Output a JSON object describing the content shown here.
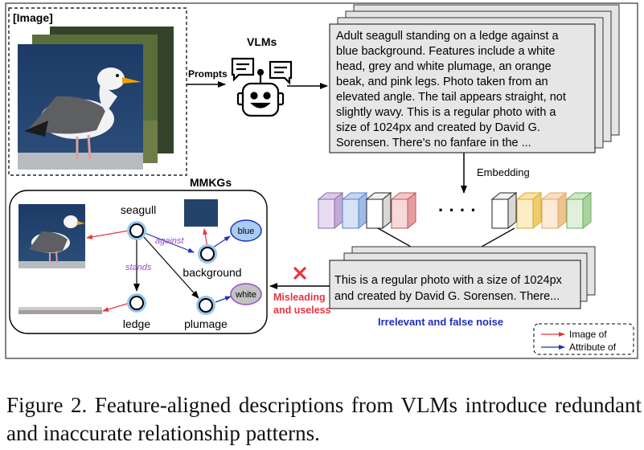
{
  "panel_labels": {
    "image": "[Image]",
    "vlms": "VLMs",
    "mmkgs": "MMKGs"
  },
  "edges": {
    "prompts": "Prompts",
    "embedding": "Embedding"
  },
  "description_lines": [
    "Adult seagull standing on a ledge against a",
    "blue background. Features include a white",
    "head, grey and white plumage, an orange",
    "beak, and pink legs. Photo taken from an",
    "elevated angle. The tail appears straight, not",
    "slightly wavy. This is a regular photo with a",
    "size of 1024px and created by David G.",
    "Sorensen. There's no fanfare in the ..."
  ],
  "noise_lines": [
    "This is a regular photo with a size of 1024px",
    "and created by David G. Sorensen. There..."
  ],
  "graph": {
    "nodes": {
      "seagull": "seagull",
      "background": "background",
      "ledge": "ledge",
      "plumage": "plumage",
      "blue": "blue",
      "white": "white"
    },
    "edges": {
      "against": "against",
      "stands": "stands"
    }
  },
  "annotations": {
    "misleading": [
      "Misleading",
      "and useless"
    ],
    "noise": "Irrelevant and false noise"
  },
  "legend": {
    "image_of": "Image of",
    "attribute_of": "Attribute of"
  },
  "colors": {
    "red": "#e8343f",
    "blue_text": "#1f2fb8",
    "purple": "#9a49c9",
    "node_ring": "#9cc4ee",
    "blue_node": "#a9ccf3",
    "white_node": "#c2c2c2"
  },
  "caption": "Figure 2.  Feature-aligned descriptions from VLMs introduce redundant and inaccurate relationship patterns."
}
